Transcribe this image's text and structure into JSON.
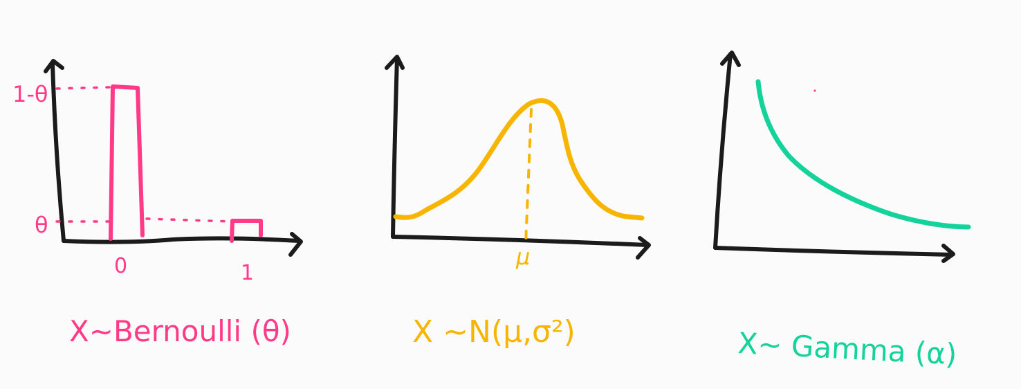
{
  "colors": {
    "background": "#fbfbfb",
    "axis": "#1b1b1b",
    "bernoulli": "#ff3a86",
    "normal": "#f7b500",
    "gamma": "#14d39a"
  },
  "panels": {
    "bernoulli": {
      "caption": "X~Bernoulli (θ)",
      "y_tick_top": "1-θ",
      "y_tick_bottom": "θ",
      "x_tick_left": "0",
      "x_tick_right": "1"
    },
    "normal": {
      "caption": "X ~N(μ,σ²)",
      "x_tick_mu": "μ"
    },
    "gamma": {
      "caption": "X~ Gamma (α)"
    }
  }
}
